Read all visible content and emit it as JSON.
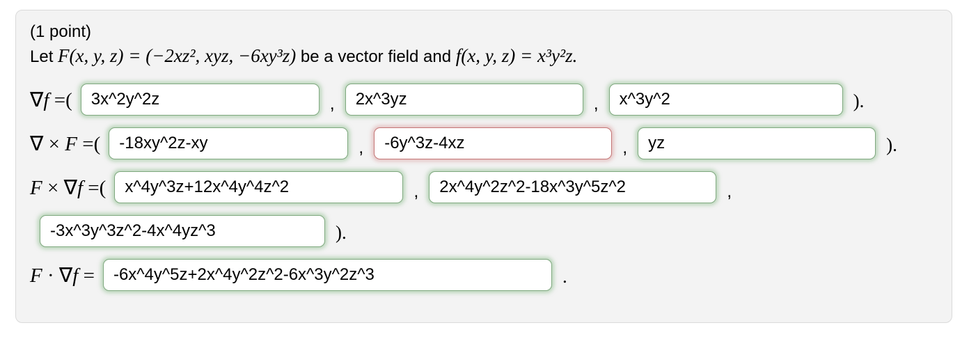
{
  "panel": {
    "points_label": "(1 point)",
    "intro": {
      "parts": [
        {
          "style": "text",
          "text": "Let "
        },
        {
          "style": "math",
          "text": "F(x, y, z) = (−2xz², xyz, −6xy³z)"
        },
        {
          "style": "text",
          "text": " be a vector field and "
        },
        {
          "style": "math",
          "text": "f(x, y, z) = x³y²z."
        }
      ]
    },
    "separator": ",",
    "rows": {
      "grad_f": {
        "label_parts": [
          {
            "style": "sym",
            "text": "∇"
          },
          {
            "style": "it",
            "text": "f"
          },
          {
            "style": "plain",
            "text": " =("
          }
        ],
        "answers": [
          "3x^2y^2z",
          "2x^3yz",
          "x^3y^2"
        ],
        "statuses": [
          "correct",
          "correct",
          "correct"
        ],
        "closing": ")."
      },
      "curl_F": {
        "label_parts": [
          {
            "style": "sym",
            "text": "∇ × "
          },
          {
            "style": "it",
            "text": "F"
          },
          {
            "style": "plain",
            "text": " =("
          }
        ],
        "answers": [
          "-18xy^2z-xy",
          "-6y^3z-4xz",
          "yz"
        ],
        "statuses": [
          "correct",
          "incorrect",
          "correct"
        ],
        "closing": ")."
      },
      "F_cross_grad_f": {
        "label_parts": [
          {
            "style": "it",
            "text": "F"
          },
          {
            "style": "sym",
            "text": " × ∇"
          },
          {
            "style": "it",
            "text": "f"
          },
          {
            "style": "plain",
            "text": " =("
          }
        ],
        "answers": [
          "x^4y^3z+12x^4y^4z^2",
          "2x^4y^2z^2-18x^3y^5z^2",
          "-3x^3y^3z^2-4x^4yz^3"
        ],
        "statuses": [
          "correct",
          "correct",
          "correct"
        ],
        "closing": ")."
      },
      "F_dot_grad_f": {
        "label_parts": [
          {
            "style": "it",
            "text": "F"
          },
          {
            "style": "sym",
            "text": " · ∇"
          },
          {
            "style": "it",
            "text": "f"
          },
          {
            "style": "plain",
            "text": " ="
          }
        ],
        "answers": [
          "-6x^4y^5z+2x^4y^2z^2-6x^3y^2z^3"
        ],
        "statuses": [
          "correct"
        ],
        "closing": "."
      }
    },
    "colors": {
      "correct_border": "#7fa87f",
      "incorrect_border": "#c47575",
      "panel_bg": "#f3f3f3"
    }
  }
}
